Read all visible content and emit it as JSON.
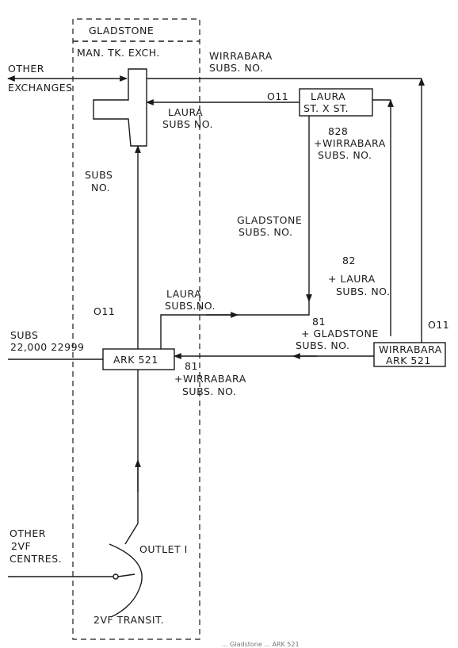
{
  "labels": {
    "gladstone": "GLADSTONE",
    "man_tk_exch": "MAN. TK. EXCH.",
    "other": "OTHER",
    "exchanges": "EXCHANGES",
    "wirrabara_subs_1": "WIRRABARA",
    "wirrabara_subs_2": "SUBS. NO.",
    "laura_subs_1": "LAURA",
    "laura_subs_2": "SUBS NO.",
    "code_011_top": "O11",
    "laura_st_1": "LAURA",
    "laura_st_2": "ST. X ST.",
    "n828": "828",
    "n828_wirr": "+WIRRABARA",
    "n828_subs": "SUBS. NO.",
    "subs_no_1": "SUBS",
    "subs_no_2": "NO.",
    "gladstone_subs_1": "GLADSTONE",
    "gladstone_subs_2": "SUBS. NO.",
    "n82": "82",
    "n82_laura": "+ LAURA",
    "n82_subs": "SUBS. NO.",
    "laura_subsno_1": "LAURA",
    "laura_subsno_2": "SUBS.NO.",
    "code_011_left": "O11",
    "code_011_right": "O11",
    "n81_right": "81",
    "n81_gladstone": "+ GLADSTONE",
    "n81_subs": "SUBS.  NO.",
    "subs_range_1": "SUBS",
    "subs_range_2": "22,000  22999",
    "ark521": "ARK 521",
    "wirrabara_ark_1": "WIRRABARA",
    "wirrabara_ark_2": "ARK 521",
    "n81_left": "81",
    "n81_wirr": "+WIRRABARA",
    "n81_wirr_subs": "SUBS. NO.",
    "outlet": "OUTLET I",
    "other_2vf_1": "OTHER",
    "other_2vf_2": "2VF",
    "other_2vf_3": "CENTRES.",
    "transit": "2VF  TRANSIT.",
    "caption": "... Gladstone ... ARK 521"
  }
}
